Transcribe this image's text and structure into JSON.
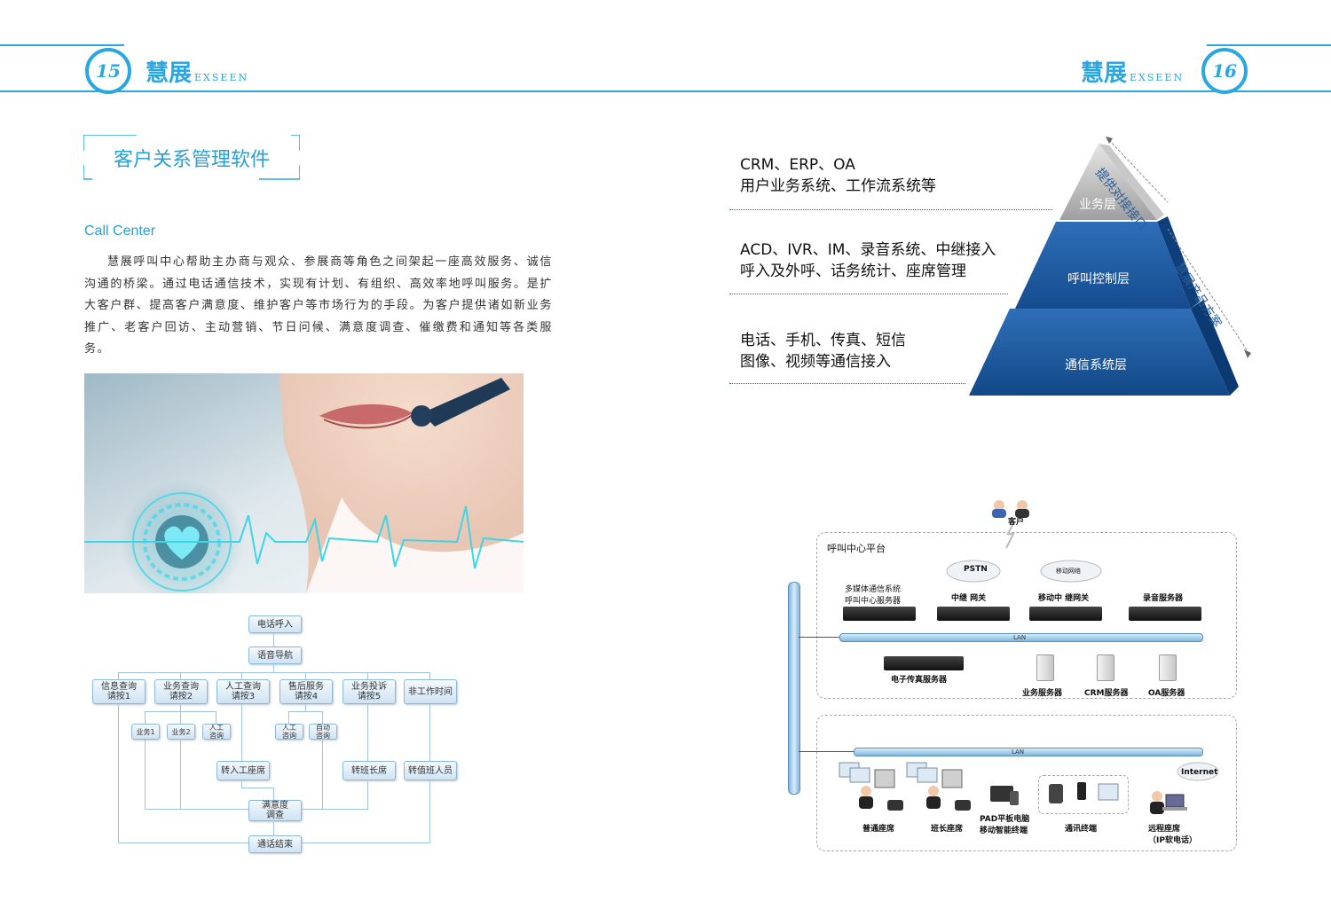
{
  "header": {
    "page_left": "15",
    "page_right": "16",
    "brand_cn": "慧展",
    "brand_en": "EXSEEN"
  },
  "left": {
    "section_title": "客户关系管理软件",
    "subtitle": "Call Center",
    "paragraph": "慧展呼叫中心帮助主办商与观众、参展商等角色之间架起一座高效服务、诚信沟通的桥梁。通过电话通信技术，实现有计划、有组织、高效率地呼叫服务。是扩大客户群、提高客户满意度、维护客户等市场行为的手段。为客户提供诸如新业务推广、老客户回访、主动营销、节日问候、满意度调查、催缴费和通知等各类服务。",
    "flow": {
      "call_in": "电话呼入",
      "voice_nav": "语音导航",
      "menu": [
        [
          "信息查询",
          "请按1"
        ],
        [
          "业务查询",
          "请按2"
        ],
        [
          "人工查询",
          "请按3"
        ],
        [
          "售后服务",
          "请按4"
        ],
        [
          "业务投诉",
          "请按5"
        ],
        [
          "非工作时间",
          ""
        ]
      ],
      "biz1": "业务1",
      "biz2": "业务2",
      "manual_consult": [
        "人工",
        "咨询"
      ],
      "manual_consult2": [
        "人工",
        "咨询"
      ],
      "auto_consult": [
        "自动",
        "咨询"
      ],
      "to_agent": "转入工座席",
      "to_leader": "转班长席",
      "to_duty": "转值班人员",
      "satisfaction": [
        "满意度",
        "调查"
      ],
      "end": "通话结束"
    }
  },
  "right": {
    "layers": [
      {
        "lines": [
          "CRM、ERP、OA",
          "用户业务系统、工作流系统等"
        ],
        "label": "业务层"
      },
      {
        "lines": [
          "ACD、IVR、IM、录音系统、中继接入",
          "呼入及外呼、话务统计、座席管理"
        ],
        "label": "呼叫控制层"
      },
      {
        "lines": [
          "电话、手机、传真、短信",
          "图像、视频等通信接入"
        ],
        "label": "通信系统层"
      }
    ],
    "arrow_top": "提供对接接口",
    "arrow_side": "慧展产品方案",
    "network": {
      "customer": "客户",
      "platform": "呼叫中心平台",
      "pstn": "PSTN",
      "mobile_net": "移动网络",
      "media_server": [
        "多媒体通信系统",
        "呼叫中心服务器"
      ],
      "relay_gw": "中继 网关",
      "mobile_gw": "移动中 继网关",
      "record_server": "录音服务器",
      "lan": "LAN",
      "fax_server": "电子传真服务器",
      "biz_server": "业务服务器",
      "crm_server": "CRM服务器",
      "oa_server": "OA服务器",
      "lan2": "LAN",
      "normal_agent": "普通座席",
      "leader_agent": "班长座席",
      "pad": [
        "PAD平板电脑",
        "移动智能终端"
      ],
      "comm_terminal": "通讯终端",
      "internet": "Internet",
      "remote_agent": [
        "远程座席",
        "（IP软电话）"
      ]
    }
  }
}
